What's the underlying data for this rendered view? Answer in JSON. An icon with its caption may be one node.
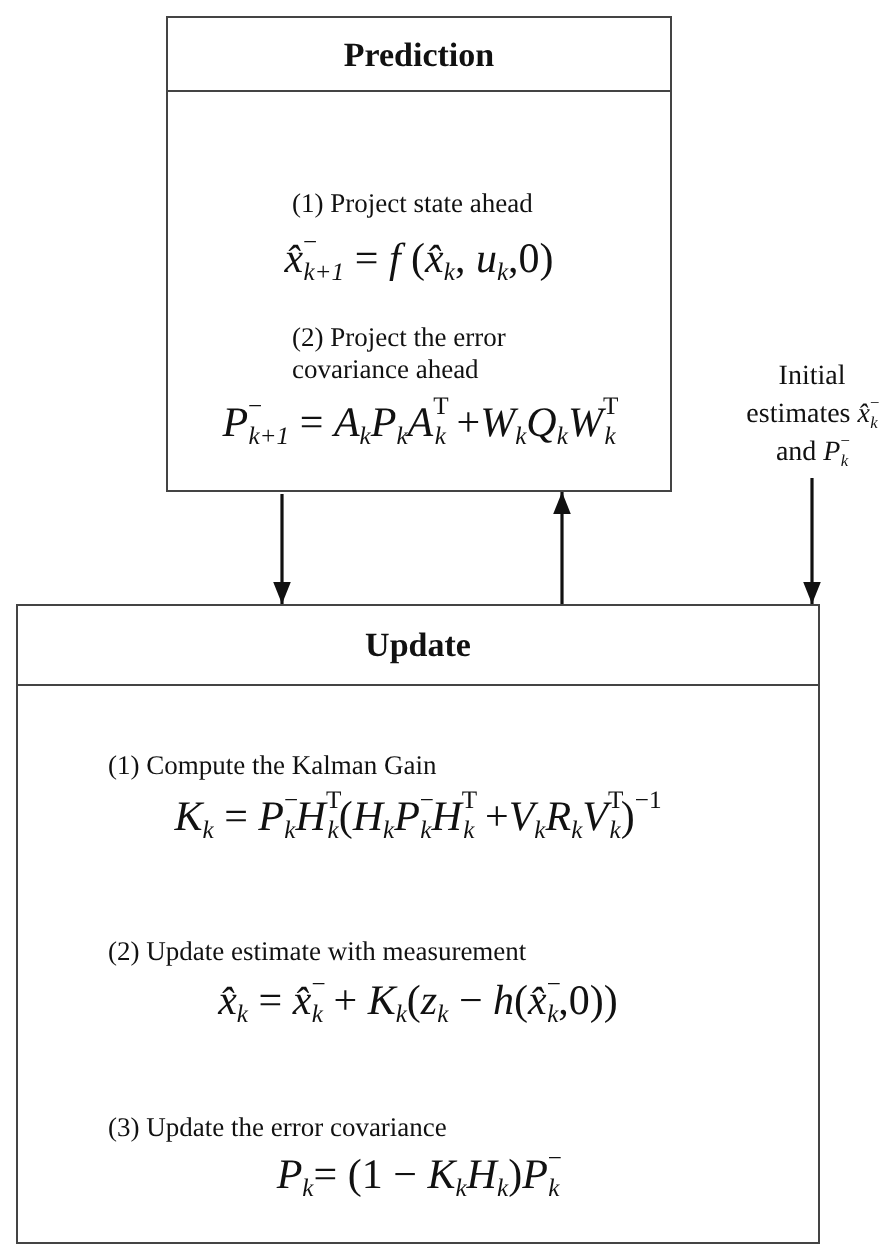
{
  "diagram": {
    "nodes": [
      {
        "text": [
          "Prediction",
          "(1) Project state ahead",
          "*x̂*$^{−}$$_{k+1}$ = *f* (*x̂*$_{k}$, *u*$_{k}$,0)",
          "(2) Project the error covariance ahead",
          "*P*$^{−}$$_{k+1}$ = *A*$_{k}$*P*$_{k}$*A*$^{T}$$_{k}$ +*W*$_{k}$*Q*$_{k}$*W*$^{T}$$_{k}$"
        ]
      },
      {
        "text": [
          "Update",
          "(1) Compute the Kalman Gain",
          "*K*$_{k}$ = *P*$^{−}$$_{k}$*H*$^{T}$$_{k}$(*H*$_{k}$*P*$^{−}$$_{k}$*H*$^{T}$$_{k}$ +*V*$_{k}$*R*$_{k}$*V*$^{T}$$_{k}$)$^{−1}$",
          "(2) Update estimate with measurement",
          "*x̂*$_{k}$ = *x̂*$^{−}$$_{k}$ + *K*$_{k}$(*z*$_{k}$ − *h*(*x̂*$^{−}$$_{k}$,0))",
          "(3) Update the error covariance",
          "*P*$_{k}$= (1 − *K*$_{k}$*H*$_{k}$)*P*$^{−}$$_{k}$"
        ]
      },
      {
        "text": [
          "Initial estimates *x̂*$^{−}$$_{k}$ and *P*$^{−}$$_{k}$"
        ]
      }
    ],
    "edges": [
      {
        "from": 0,
        "to": 1,
        "arrow": "to"
      },
      {
        "from": 1,
        "to": 0,
        "arrow": "to"
      },
      {
        "from": 2,
        "to": 1,
        "arrow": "to"
      }
    ]
  }
}
